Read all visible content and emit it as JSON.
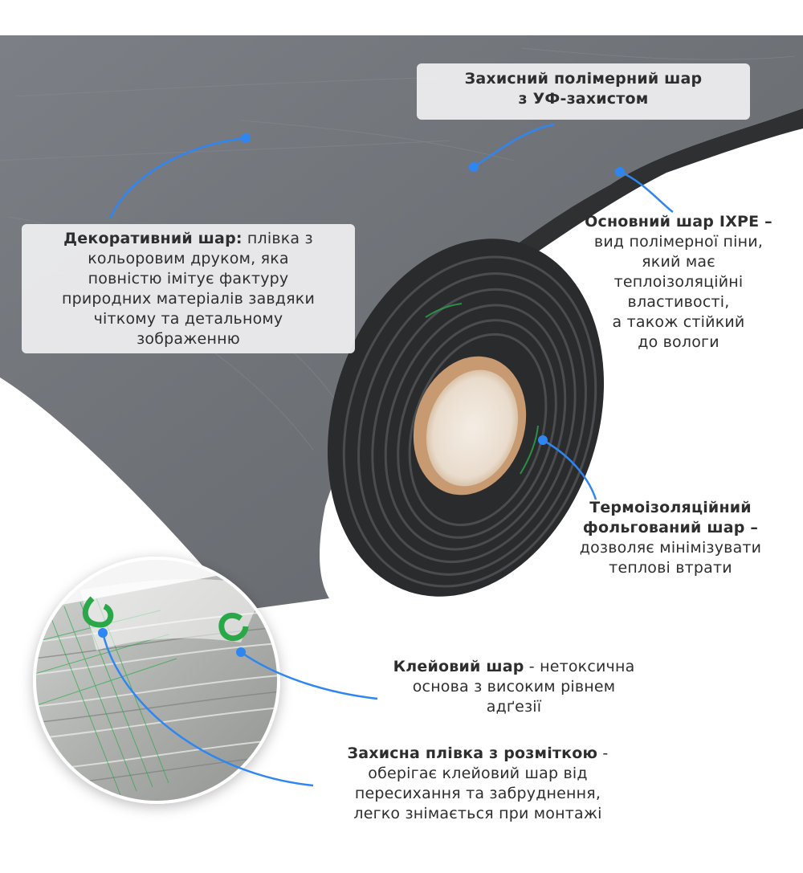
{
  "callouts": {
    "uv_layer": {
      "line1": "Захисний полімерний шар",
      "line2": "з УФ-захистом"
    },
    "decorative_layer": {
      "title": "Декоративний шар:",
      "line1_rest": " плівка з",
      "line2": "кольоровим друком, яка",
      "line3": "повністю імітує фактуру",
      "line4": "природних матеріалів завдяки",
      "line5": "чіткому та детальному",
      "line6": "зображенню"
    },
    "ixpe_layer": {
      "title": "Основний шар IXPE  –",
      "line2": "вид полімерної піни,",
      "line3": "який має",
      "line4": "теплоізоляційні",
      "line5": "властивості,",
      "line6": "а також стійкий",
      "line7": "до вологи"
    },
    "foil_layer": {
      "title1": "Термоізоляційний",
      "title2": "фольгований шар  –",
      "line3": "дозволяє мінімізувати",
      "line4": "теплові втрати"
    },
    "adhesive_layer": {
      "title": "Клейовий шар",
      "line1_rest": " - нетоксична",
      "line2": "основа з високим рівнем",
      "line3": "адґезії"
    },
    "protective_film": {
      "title": "Захисна плівка з розміткою",
      "line1_rest": " -",
      "line2": "оберігає клейовий шар від",
      "line3": "пересихання та забруднення,",
      "line4": "легко знімається при монтажі"
    }
  },
  "colors": {
    "leader_line": "#2f86f0",
    "panel_gray": "#6f7378",
    "foam_dark": "#2a2b2d",
    "cardboard": "#c79a72",
    "foil": "#b9bbb8",
    "marking_green": "#2aa84a"
  }
}
